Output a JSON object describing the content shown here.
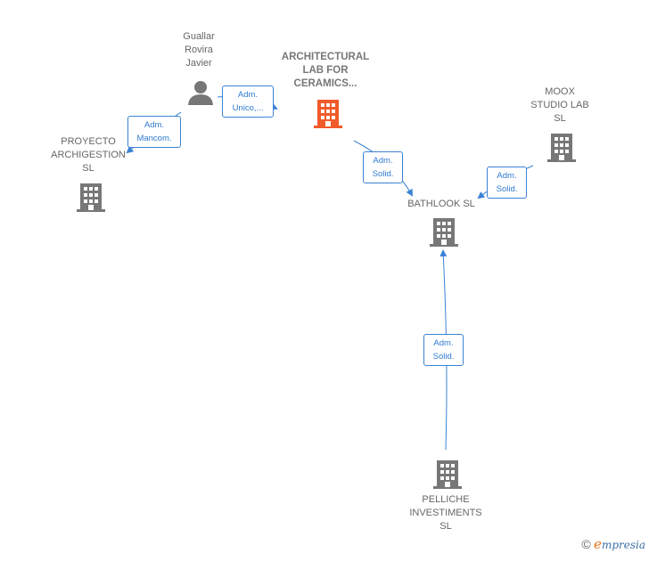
{
  "nodes": {
    "person_guallar": {
      "label": "Guallar\nRovira\nJavier",
      "icon": "person-icon"
    },
    "architectural_lab": {
      "label": "ARCHITECTURAL\nLAB FOR\nCERAMICS...",
      "icon": "building-icon",
      "color": "#f15a29"
    },
    "proyecto": {
      "label": "PROYECTO\nARCHIGESTION\nSL",
      "icon": "building-icon"
    },
    "moox": {
      "label": "MOOX\nSTUDIO LAB\nSL",
      "icon": "building-icon"
    },
    "bathlook": {
      "label": "BATHLOOK  SL",
      "icon": "building-icon"
    },
    "pelliche": {
      "label": "PELLICHE\nINVESTIMENTS\nSL",
      "icon": "building-icon"
    }
  },
  "edges": {
    "guallar_to_lab": "Adm.\nUnico,...",
    "guallar_to_proyecto": "Adm.\nMancom.",
    "lab_to_bathlook": "Adm.\nSolid.",
    "moox_to_bathlook": "Adm.\nSolid.",
    "pelliche_to_bathlook": "Adm.\nSolid."
  },
  "colors": {
    "edge": "#3b82d4",
    "icon_gray": "#777777",
    "highlight": "#f15a29"
  },
  "brand": {
    "copyright": "©",
    "initial": "e",
    "rest": "mpresia"
  }
}
